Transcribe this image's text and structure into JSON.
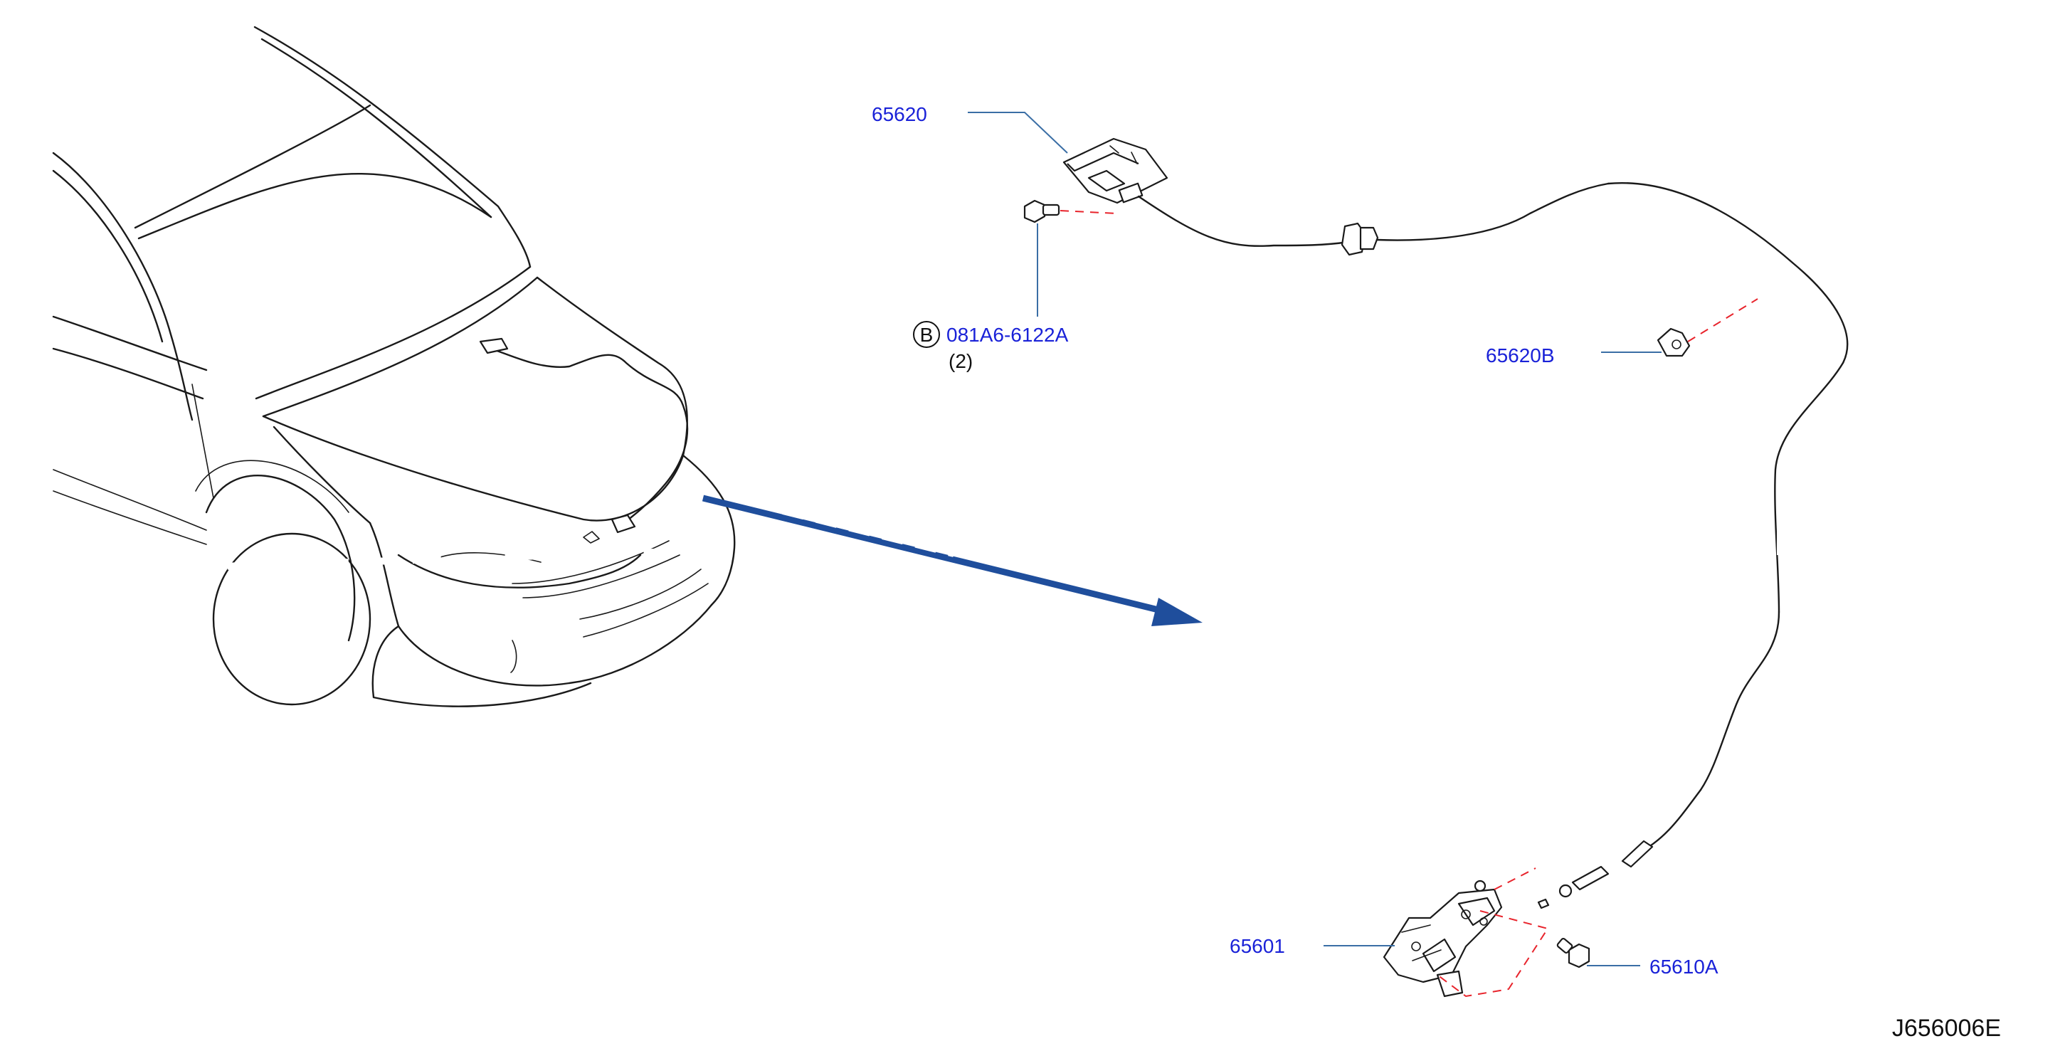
{
  "diagram": {
    "labels": {
      "part_65620": "65620",
      "bolt_code": "081A6-6122A",
      "bolt_prefix": "B",
      "bolt_qty": "(2)",
      "part_65620B": "65620B",
      "part_65601": "65601",
      "part_65610A": "65610A",
      "drawing_code": "J656006E"
    },
    "colors": {
      "callout_text": "#1a22d8",
      "leader_line": "#3a6ea5",
      "dash_line": "#e8242c",
      "arrow": "#1f4e9c"
    }
  }
}
